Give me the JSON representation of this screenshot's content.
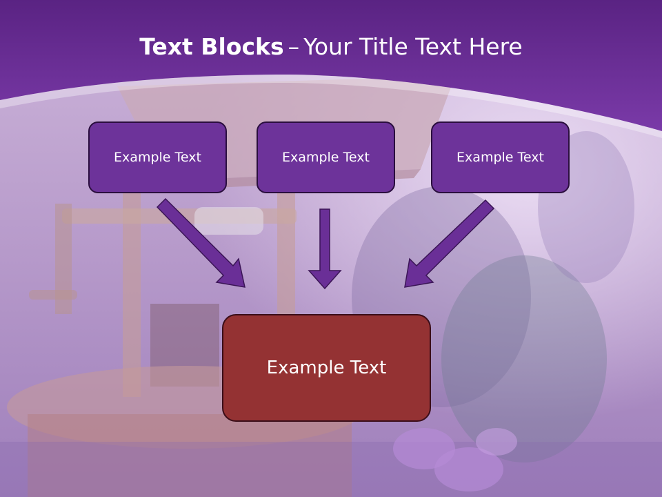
{
  "slide": {
    "title_bold": "Text Blocks",
    "title_separator": "–",
    "title_rest": "Your Title Text Here",
    "blocks": [
      {
        "label": "Example Text"
      },
      {
        "label": "Example Text"
      },
      {
        "label": "Example Text"
      }
    ],
    "result_block": {
      "label": "Example Text"
    }
  },
  "colors": {
    "header_purple": "#6e2f9a",
    "block_purple": "#6d339a",
    "result_red": "#943233",
    "arrow_purple": "#6a2f97",
    "outline_dark": "#2a0e3e"
  }
}
